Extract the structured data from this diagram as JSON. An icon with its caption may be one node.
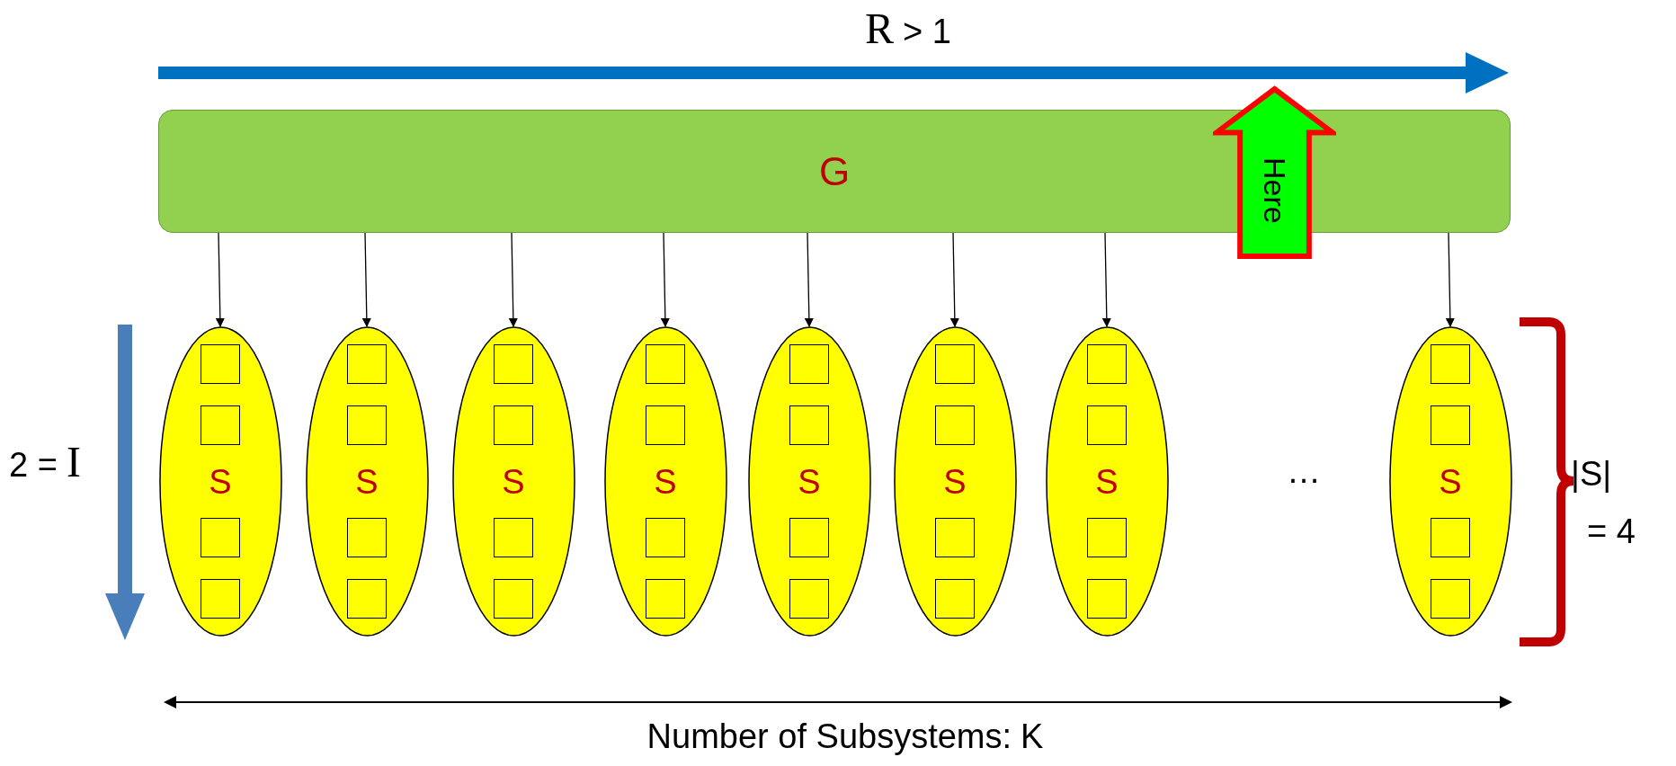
{
  "diagram": {
    "nodes": [
      {
        "text": [
          "G"
        ]
      },
      {
        "text": [
          "Here"
        ]
      },
      {
        "text": [
          "S"
        ]
      },
      {
        "text": [],
        "shape": "box",
        "in": 2
      },
      {
        "text": [],
        "shape": "box",
        "in": 2
      },
      {
        "text": [],
        "shape": "box",
        "in": 2
      },
      {
        "text": [],
        "shape": "box",
        "in": 2
      },
      {
        "text": [
          "S"
        ]
      },
      {
        "text": [],
        "shape": "box",
        "in": 7
      },
      {
        "text": [],
        "shape": "box",
        "in": 7
      },
      {
        "text": [],
        "shape": "box",
        "in": 7
      },
      {
        "text": [],
        "shape": "box",
        "in": 7
      },
      {
        "text": [
          "S"
        ]
      },
      {
        "text": [],
        "shape": "box",
        "in": 12
      },
      {
        "text": [],
        "shape": "box",
        "in": 12
      },
      {
        "text": [],
        "shape": "box",
        "in": 12
      },
      {
        "text": [],
        "shape": "box",
        "in": 12
      },
      {
        "text": [
          "S"
        ]
      },
      {
        "text": [],
        "shape": "box",
        "in": 17
      },
      {
        "text": [],
        "shape": "box",
        "in": 17
      },
      {
        "text": [],
        "shape": "box",
        "in": 17
      },
      {
        "text": [],
        "shape": "box",
        "in": 17
      },
      {
        "text": [
          "S"
        ]
      },
      {
        "text": [],
        "shape": "box",
        "in": 22
      },
      {
        "text": [],
        "shape": "box",
        "in": 22
      },
      {
        "text": [],
        "shape": "box",
        "in": 22
      },
      {
        "text": [],
        "shape": "box",
        "in": 22
      },
      {
        "text": [
          "S"
        ]
      },
      {
        "text": [],
        "shape": "box",
        "in": 27
      },
      {
        "text": [],
        "shape": "box",
        "in": 27
      },
      {
        "text": [],
        "shape": "box",
        "in": 27
      },
      {
        "text": [],
        "shape": "box",
        "in": 27
      },
      {
        "text": [
          "S"
        ]
      },
      {
        "text": [],
        "shape": "box",
        "in": 32
      },
      {
        "text": [],
        "shape": "box",
        "in": 32
      },
      {
        "text": [],
        "shape": "box",
        "in": 32
      },
      {
        "text": [],
        "shape": "box",
        "in": 32
      },
      {
        "text": [
          "S"
        ]
      },
      {
        "text": [],
        "shape": "box",
        "in": 37
      },
      {
        "text": [],
        "shape": "box",
        "in": 37
      },
      {
        "text": [],
        "shape": "box",
        "in": 37
      },
      {
        "text": [],
        "shape": "box",
        "in": 37
      }
    ],
    "edges": [
      {
        "from": 0,
        "to": 2,
        "arrow": "to"
      },
      {
        "from": 0,
        "to": 7,
        "arrow": "to"
      },
      {
        "from": 0,
        "to": 12,
        "arrow": "to"
      },
      {
        "from": 0,
        "to": 17,
        "arrow": "to"
      },
      {
        "from": 0,
        "to": 22,
        "arrow": "to"
      },
      {
        "from": 0,
        "to": 27,
        "arrow": "to"
      },
      {
        "from": 0,
        "to": 32,
        "arrow": "to"
      },
      {
        "from": 0,
        "to": 37,
        "arrow": "to"
      }
    ],
    "labels": [
      "R",
      "> 1",
      "2 =",
      "I",
      "…",
      "|",
      "S",
      "|",
      "= 4",
      "Number of Subsystems:",
      "K"
    ]
  }
}
